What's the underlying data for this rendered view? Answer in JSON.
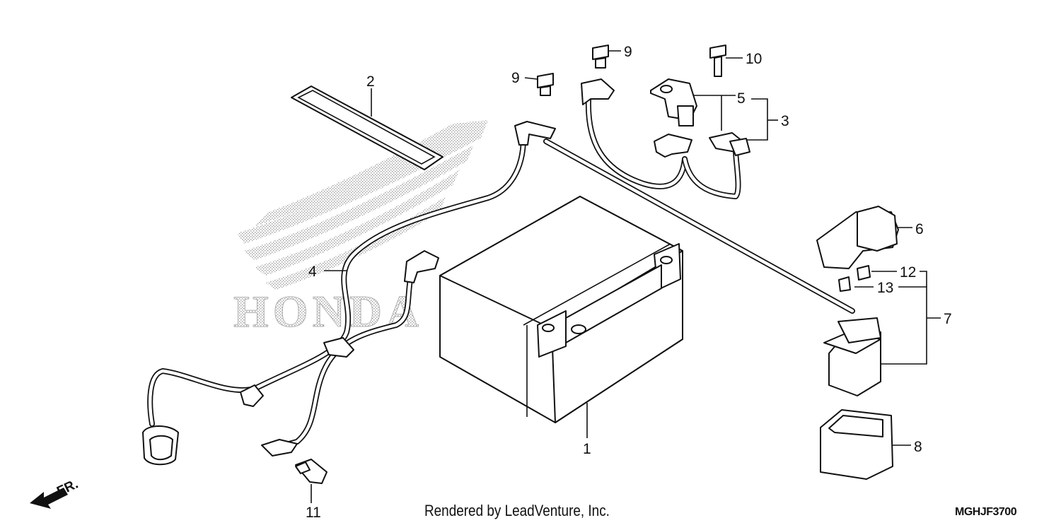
{
  "diagram": {
    "watermark": "HONDA",
    "direction_label": "FR.",
    "credit": "Rendered by LeadVenture, Inc.",
    "code": "MGHJF3700",
    "callouts": [
      {
        "id": "1",
        "label": "1"
      },
      {
        "id": "2",
        "label": "2"
      },
      {
        "id": "3",
        "label": "3"
      },
      {
        "id": "4",
        "label": "4"
      },
      {
        "id": "5",
        "label": "5"
      },
      {
        "id": "6",
        "label": "6"
      },
      {
        "id": "7",
        "label": "7"
      },
      {
        "id": "8",
        "label": "8"
      },
      {
        "id": "9a",
        "label": "9"
      },
      {
        "id": "9b",
        "label": "9"
      },
      {
        "id": "10",
        "label": "10"
      },
      {
        "id": "11",
        "label": "11"
      },
      {
        "id": "12",
        "label": "12"
      },
      {
        "id": "13",
        "label": "13"
      }
    ]
  }
}
